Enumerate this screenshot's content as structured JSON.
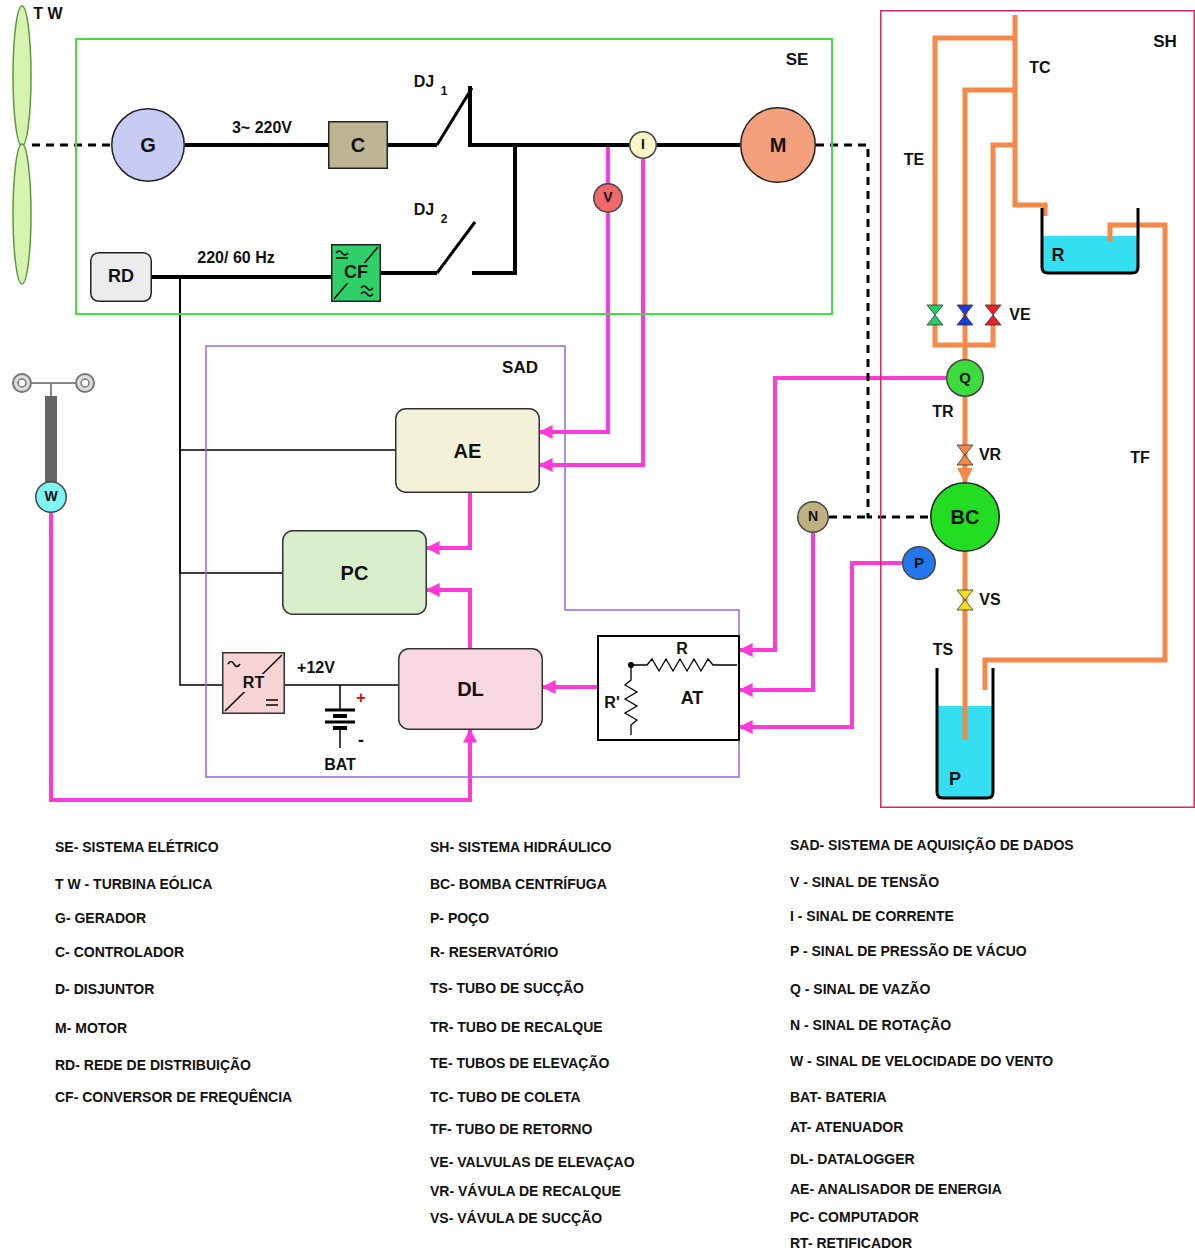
{
  "diagram": {
    "nodes": [
      {
        "text": [
          "SE"
        ]
      },
      {
        "text": [
          "G"
        ],
        "in": 0
      },
      {
        "text": [
          "C"
        ],
        "in": 0
      },
      {
        "text": [
          "I"
        ],
        "in": 0
      },
      {
        "text": [
          "V"
        ],
        "in": 0
      },
      {
        "text": [
          "M"
        ],
        "in": 0
      },
      {
        "text": [
          "RD"
        ],
        "in": 0
      },
      {
        "text": [
          "CF"
        ],
        "in": 0
      },
      {
        "text": [
          "SH"
        ]
      },
      {
        "text": [
          "R"
        ],
        "in": 8
      },
      {
        "text": [
          "Q"
        ],
        "in": 8
      },
      {
        "text": [
          "BC"
        ],
        "in": 8
      },
      {
        "text": [
          "P"
        ],
        "in": 8
      },
      {
        "text": [
          "P"
        ],
        "in": 8
      },
      {
        "text": [
          "N"
        ]
      },
      {
        "text": [
          "W"
        ]
      },
      {
        "text": [
          "SAD"
        ]
      },
      {
        "text": [
          "AE"
        ],
        "in": 16
      },
      {
        "text": [
          "PC"
        ],
        "in": 16
      },
      {
        "text": [
          "RT"
        ],
        "in": 16
      },
      {
        "text": [
          "DL"
        ],
        "in": 16
      },
      {
        "text": [
          "R",
          "R'",
          "AT"
        ],
        "in": 16
      }
    ],
    "edges": [
      {
        "from": 1,
        "to": 2,
        "arrow": "none",
        "label": "3~ 220V"
      },
      {
        "from": 6,
        "to": 7,
        "arrow": "none",
        "label": "220/ 60 Hz"
      },
      {
        "from": 2,
        "to": 3,
        "arrow": "none"
      },
      {
        "from": 7,
        "to": 3,
        "arrow": "none"
      },
      {
        "from": 3,
        "to": 5,
        "arrow": "none"
      },
      {
        "from": 4,
        "to": 17,
        "arrow": "to"
      },
      {
        "from": 3,
        "to": 17,
        "arrow": "to"
      },
      {
        "from": 17,
        "to": 18,
        "arrow": "to"
      },
      {
        "from": 20,
        "to": 18,
        "arrow": "to"
      },
      {
        "from": 21,
        "to": 20,
        "arrow": "to"
      },
      {
        "from": 10,
        "to": 21,
        "arrow": "to"
      },
      {
        "from": 14,
        "to": 21,
        "arrow": "to"
      },
      {
        "from": 12,
        "to": 21,
        "arrow": "to"
      },
      {
        "from": 15,
        "to": 20,
        "arrow": "to"
      },
      {
        "from": 6,
        "to": 17,
        "arrow": "none"
      },
      {
        "from": 6,
        "to": 18,
        "arrow": "none"
      },
      {
        "from": 6,
        "to": 19,
        "arrow": "none"
      },
      {
        "from": 19,
        "to": 20,
        "arrow": "none",
        "label": "+12V"
      },
      {
        "from": 10,
        "to": 11,
        "arrow": "to"
      },
      {
        "from": 13,
        "to": 11,
        "arrow": "none"
      },
      {
        "from": 9,
        "to": 13,
        "arrow": "none"
      },
      {
        "from": 10,
        "to": 9,
        "arrow": "none"
      },
      {
        "from": 5,
        "to": 11,
        "arrow": "none"
      }
    ],
    "labels": [
      "T W",
      "DJ",
      "1",
      "DJ",
      "2",
      "BAT",
      "+",
      "-",
      "TC",
      "TE",
      "VE",
      "TR",
      "VR",
      "TF",
      "VS",
      "TS",
      "SE- SISTEMA ELÉTRICO",
      "T W - TURBINA EÓLICA",
      "G- GERADOR",
      "C- CONTROLADOR",
      "D- DISJUNTOR",
      "M- MOTOR",
      "RD- REDE DE DISTRIBUIÇÃO",
      "CF- CONVERSOR DE FREQUÊNCIA",
      "SH- SISTEMA HIDRÁULICO",
      "BC- BOMBA CENTRÍFUGA",
      "P- POÇO",
      "R- RESERVATÓRIO",
      "TS- TUBO DE SUCÇÃO",
      "TR- TUBO DE RECALQUE",
      "TE- TUBOS DE ELEVAÇÃO",
      "TC- TUBO DE COLETA",
      "TF- TUBO DE RETORNO",
      "VE- VALVULAS DE ELEVAÇAO",
      "VR- VÁVULA DE RECALQUE",
      "VS- VÁVULA DE SUCÇÃO",
      "SAD- SISTEMA DE AQUISIÇÃO DE DADOS",
      "V - SINAL DE TENSÃO",
      "I - SINAL DE CORRENTE",
      "P - SINAL DE PRESSÃO DE VÁCUO",
      "Q - SINAL DE VAZÃO",
      "N - SINAL DE ROTAÇÃO",
      "W - SINAL DE VELOCIDADE DO VENTO",
      "BAT- BATERIA",
      "AT- ATENUADOR",
      "DL- DATALOGGER",
      "AE- ANALISADOR DE ENERGIA",
      "PC- COMPUTADOR",
      "RT- RETIFICADOR"
    ]
  }
}
